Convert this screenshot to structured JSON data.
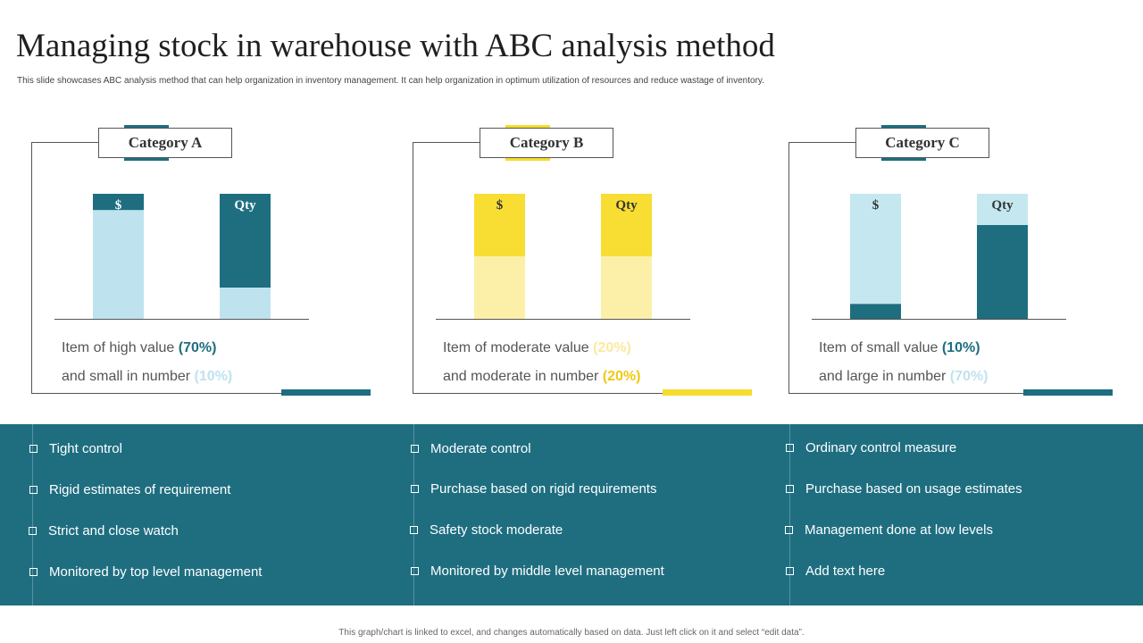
{
  "slide": {
    "title": "Managing stock in warehouse with ABC analysis method",
    "subtitle": "This slide showcases ABC analysis method that can help organization in inventory management. It can help organization in optimum utilization of resources and reduce wastage of inventory.",
    "footer": "This graph/chart is linked to excel, and changes automatically based on data. Just left click on it and select “edit data”."
  },
  "categories": [
    {
      "name": "Category A",
      "accent": "#1e6e80",
      "desc1": "Item of high value",
      "pct1": "(70%)",
      "pct1_color": "#1e6e80",
      "desc2": "and small in number",
      "pct2": "(10%)",
      "pct2_color": "#bfe3ee",
      "bullets": [
        "Tight control",
        "Rigid estimates of requirement",
        "Strict and close watch",
        "Monitored by top level management"
      ]
    },
    {
      "name": "Category B",
      "accent": "#f6dc2e",
      "desc1": "Item of moderate value",
      "pct1": "(20%)",
      "pct1_color": "#fbe9a0",
      "desc2": "and moderate in number",
      "pct2": "(20%)",
      "pct2_color": "#f0c814",
      "bullets": [
        "Moderate control",
        "Purchase based on rigid requirements",
        "Safety stock moderate",
        "Monitored by middle level management"
      ]
    },
    {
      "name": "Category C",
      "accent": "#1e6e80",
      "desc1": "Item of small value",
      "pct1": "(10%)",
      "pct1_color": "#1e6e80",
      "desc2": "and large in number",
      "pct2": "(70%)",
      "pct2_color": "#bfe3ee",
      "bullets": [
        "Ordinary control measure",
        "Purchase based on usage estimates",
        "Management done at low levels",
        "Add text here"
      ]
    }
  ],
  "chart_data": [
    {
      "type": "bar",
      "stacked": true,
      "title": "Category A",
      "categories": [
        "$",
        "Qty"
      ],
      "series": [
        {
          "values": [
            87,
            25
          ],
          "color": "#bfe3ee"
        },
        {
          "values": [
            13,
            75
          ],
          "color": "#1e6e80"
        }
      ],
      "ylim": [
        0,
        100
      ]
    },
    {
      "type": "bar",
      "stacked": true,
      "title": "Category B",
      "categories": [
        "$",
        "Qty"
      ],
      "series": [
        {
          "values": [
            50,
            50
          ],
          "color": "#fcf0a8"
        },
        {
          "values": [
            50,
            50
          ],
          "color": "#f8dd33"
        }
      ],
      "ylim": [
        0,
        100
      ]
    },
    {
      "type": "bar",
      "stacked": true,
      "title": "Category C",
      "categories": [
        "$",
        "Qty"
      ],
      "series": [
        {
          "values": [
            12,
            75
          ],
          "color": "#1e6e80"
        },
        {
          "values": [
            88,
            25
          ],
          "color": "#c5e7f0"
        }
      ],
      "ylim": [
        0,
        100
      ]
    }
  ]
}
